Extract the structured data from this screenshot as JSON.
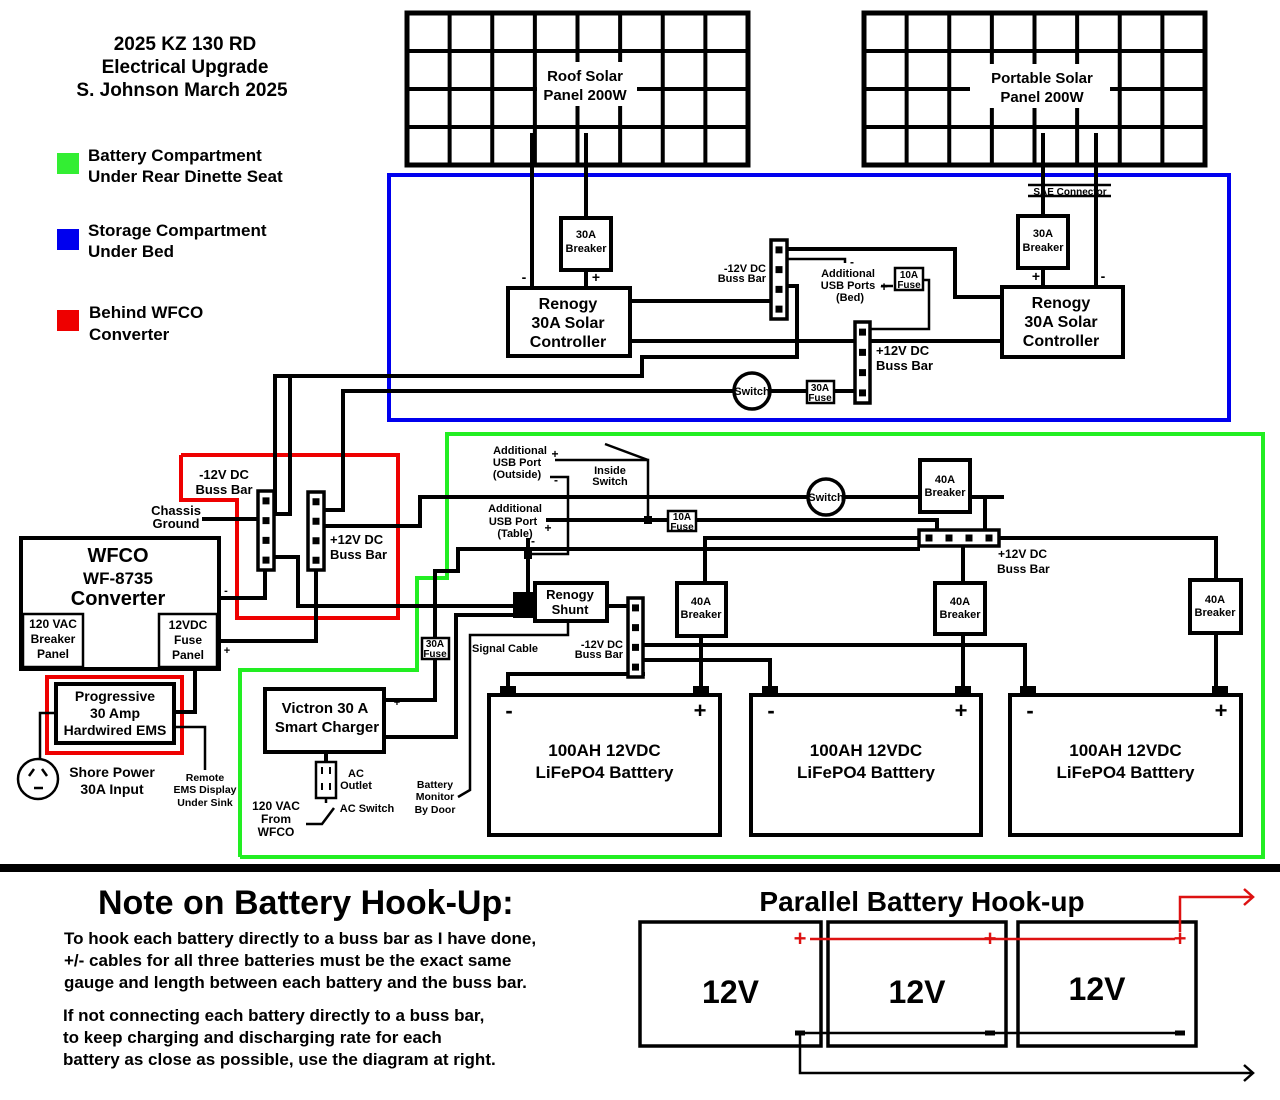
{
  "title": {
    "line1": "2025  KZ 130 RD",
    "line2": "Electrical Upgrade",
    "line3": "S. Johnson March 2025"
  },
  "legend": [
    {
      "color": "#33ee33",
      "line1": "Battery Compartment",
      "line2": "Under Rear Dinette Seat"
    },
    {
      "color": "#0000ee",
      "line1": "Storage Compartment",
      "line2": "Under Bed"
    },
    {
      "color": "#ee0000",
      "line1": "Behind WFCO",
      "line2": "Converter"
    }
  ],
  "zone_colors": {
    "storage": "#0000ee",
    "battery": "#22ee22",
    "wfco": "#ee0000"
  },
  "solar": {
    "roof": {
      "line1": "Roof Solar",
      "line2": "Panel 200W"
    },
    "portable": {
      "line1": "Portable Solar",
      "line2": "Panel 200W"
    },
    "sae_connector": "SAE Connector"
  },
  "storage": {
    "breaker_left": {
      "line1": "30A",
      "line2": "Breaker"
    },
    "breaker_right": {
      "line1": "30A",
      "line2": "Breaker"
    },
    "controller_left": {
      "line1": "Renogy",
      "line2": "30A Solar",
      "line3": "Controller"
    },
    "controller_right": {
      "line1": "Renogy",
      "line2": "30A Solar",
      "line3": "Controller"
    },
    "neg_bus": {
      "line1": "-12V DC",
      "line2": "Buss Bar"
    },
    "pos_bus": {
      "line1": "+12V DC",
      "line2": "Buss Bar"
    },
    "usb_bed": {
      "line1": "Additional",
      "line2": "USB Ports",
      "line3": "(Bed)"
    },
    "fuse_10a": {
      "line1": "10A",
      "line2": "Fuse"
    },
    "fuse_30a": {
      "line1": "30A",
      "line2": "Fuse"
    },
    "switch": "Switch",
    "minus": "-",
    "plus": "+"
  },
  "wfco_zone": {
    "neg_bus": {
      "line1": "-12V DC",
      "line2": "Buss Bar"
    },
    "pos_bus": {
      "line1": "+12V DC",
      "line2": "Buss Bar"
    },
    "chassis": {
      "line1": "Chassis",
      "line2": "Ground"
    }
  },
  "converter": {
    "line1": "WFCO",
    "line2": "WF-8735",
    "line3": "Converter",
    "ac_panel": {
      "line1": "120 VAC",
      "line2": "Breaker",
      "line3": "Panel"
    },
    "dc_panel": {
      "line1": "12VDC",
      "line2": "Fuse",
      "line3": "Panel"
    }
  },
  "ems": {
    "line1": "Progressive",
    "line2": "30 Amp",
    "line3": "Hardwired EMS"
  },
  "shore": {
    "line1": "Shore Power",
    "line2": "30A Input"
  },
  "remote_ems": {
    "line1": "Remote",
    "line2": "EMS Display",
    "line3": "Under Sink"
  },
  "battery_zone": {
    "usb_outside": {
      "line1": "Additional",
      "line2": "USB Port",
      "line3": "(Outside)"
    },
    "usb_table": {
      "line1": "Additional",
      "line2": "USB Port",
      "line3": "(Table)"
    },
    "inside_switch": {
      "line1": "Inside",
      "line2": "Switch"
    },
    "switch": "Switch",
    "fuse_10a": {
      "line1": "10A",
      "line2": "Fuse"
    },
    "fuse_30a": {
      "line1": "30A",
      "line2": "Fuse"
    },
    "breaker_top": {
      "line1": "40A",
      "line2": "Breaker"
    },
    "breaker_b1": {
      "line1": "40A",
      "line2": "Breaker"
    },
    "breaker_b2": {
      "line1": "40A",
      "line2": "Breaker"
    },
    "breaker_b3": {
      "line1": "40A",
      "line2": "Breaker"
    },
    "pos_bus": {
      "line1": "+12V DC",
      "line2": "Buss Bar"
    },
    "neg_bus": {
      "line1": "-12V DC",
      "line2": "Buss Bar"
    },
    "shunt": {
      "line1": "Renogy",
      "line2": "Shunt"
    },
    "signal_cable": "Signal Cable",
    "charger": {
      "line1": "Victron 30 A",
      "line2": "Smart Charger"
    },
    "ac_outlet": {
      "line1": "AC",
      "line2": "Outlet"
    },
    "ac_switch": "AC Switch",
    "ac_from": {
      "line1": "120 VAC",
      "line2": "From",
      "line3": "WFCO"
    },
    "battery_monitor": {
      "line1": "Battery",
      "line2": "Monitor",
      "line3": "By Door"
    },
    "batteries": [
      {
        "line1": "100AH 12VDC",
        "line2": "LiFePO4 Batttery",
        "neg": "-",
        "pos": "+"
      },
      {
        "line1": "100AH 12VDC",
        "line2": "LiFePO4 Batttery",
        "neg": "-",
        "pos": "+"
      },
      {
        "line1": "100AH 12VDC",
        "line2": "LiFePO4 Batttery",
        "neg": "-",
        "pos": "+"
      }
    ]
  },
  "note": {
    "heading": "Note on Battery Hook-Up:",
    "para1": [
      "To hook each battery directly to a buss bar as I have done,",
      "+/- cables for all three batteries must be the exact same",
      "gauge and length between each battery and the buss bar."
    ],
    "para2": [
      "If not connecting each battery directly to a buss bar,",
      "to keep charging and discharging rate for each",
      "battery as close as possible, use the diagram at right."
    ]
  },
  "parallel": {
    "title": "Parallel Battery Hook-up",
    "batteries": [
      "12V",
      "12V",
      "12V"
    ],
    "plus": "+",
    "minus": "-",
    "pos_color": "#dd1111"
  }
}
